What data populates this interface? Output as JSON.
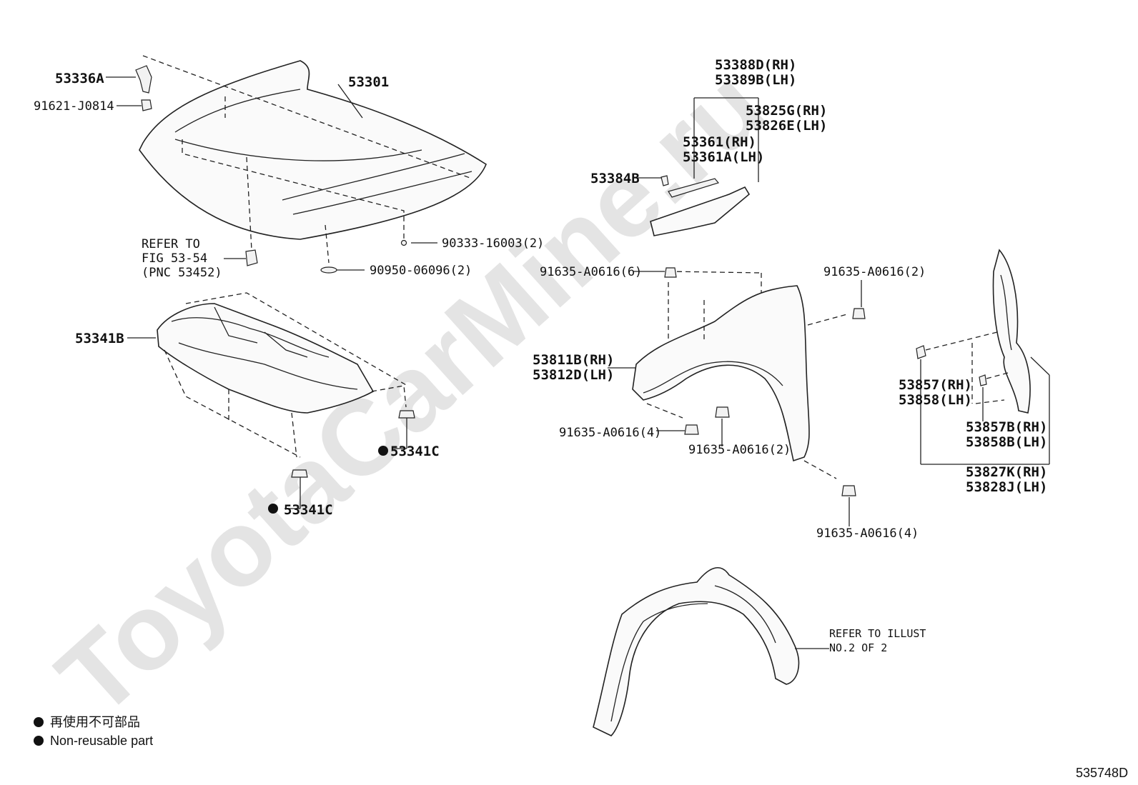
{
  "watermark": "ToyotaCarMine.ru",
  "diagram_code": "535748D",
  "labels": {
    "p53336A": "53336A",
    "p91621": "91621-J0814",
    "p53301": "53301",
    "p90333": "90333-16003(2)",
    "p90950": "90950-06096(2)",
    "refer1": "REFER TO",
    "refer2": "FIG 53-54",
    "refer3": "(PNC 53452)",
    "p53341B": "53341B",
    "p53341C_a": "53341C",
    "p53341C_b": "53341C",
    "p53388D": "53388D(RH)",
    "p53389B": "53389B(LH)",
    "p53825G": "53825G(RH)",
    "p53826E": "53826E(LH)",
    "p53361": "53361(RH)",
    "p53361A": "53361A(LH)",
    "p53384B": "53384B",
    "b91635_6": "91635-A0616(6)",
    "b91635_2a": "91635-A0616(2)",
    "p53811B": "53811B(RH)",
    "p53812D": "53812D(LH)",
    "b91635_4a": "91635-A0616(4)",
    "b91635_2b": "91635-A0616(2)",
    "b91635_4b": "91635-A0616(4)",
    "p53857": "53857(RH)",
    "p53858": "53858(LH)",
    "p53857B": "53857B(RH)",
    "p53858B": "53858B(LH)",
    "p53827K": "53827K(RH)",
    "p53828J": "53828J(LH)",
    "refer_illust1": "REFER TO ILLUST",
    "refer_illust2": "NO.2 OF 2"
  },
  "legend": {
    "jp": "再使用不可部品",
    "en": "Non-reusable part"
  }
}
